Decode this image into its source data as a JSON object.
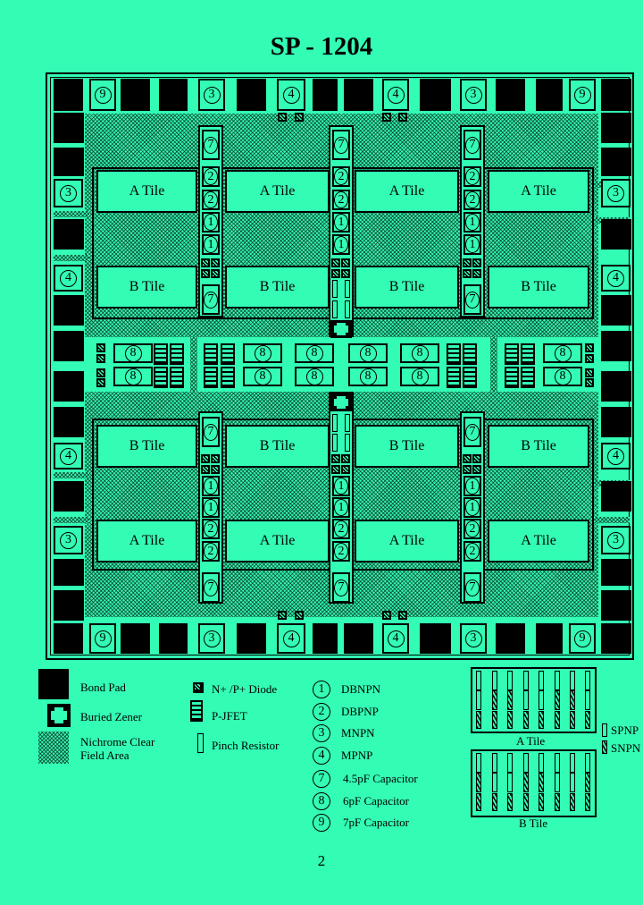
{
  "title": "SP - 1204",
  "page_number": "2",
  "colors": {
    "background": "#33fcb4",
    "ink": "#000000"
  },
  "chip": {
    "tiles": {
      "upper_a": [
        "A Tile",
        "A Tile",
        "A Tile",
        "A Tile"
      ],
      "upper_b": [
        "B Tile",
        "B Tile",
        "B Tile",
        "B Tile"
      ],
      "lower_b": [
        "B Tile",
        "B Tile",
        "B Tile",
        "B Tile"
      ],
      "lower_a": [
        "A Tile",
        "A Tile",
        "A Tile",
        "A Tile"
      ]
    },
    "top_pads": [
      "",
      "9",
      "",
      "",
      "3",
      "",
      "4",
      "",
      "",
      "4",
      "",
      "3",
      "",
      "",
      "9",
      ""
    ],
    "bottom_pads": [
      "",
      "9",
      "",
      "",
      "3",
      "",
      "4",
      "",
      "",
      "4",
      "",
      "3",
      "",
      "",
      "9",
      ""
    ],
    "left_pads": [
      "",
      "",
      "3",
      "",
      "4",
      "",
      "",
      "",
      "",
      "4",
      "",
      "3",
      "",
      ""
    ],
    "right_pads": [
      "",
      "",
      "3",
      "",
      "4",
      "",
      "",
      "",
      "",
      "4",
      "",
      "3",
      "",
      ""
    ],
    "column_devices_upper": [
      "7",
      "2",
      "2",
      "1",
      "1"
    ],
    "column_devices_upper_bottom": "7",
    "column_devices_lower": [
      "1",
      "1",
      "2",
      "2"
    ],
    "column_devices_lower_top": "7",
    "column_devices_lower_bottom": "7",
    "middle_row_capacitor": "8"
  },
  "legend": {
    "symbols": [
      {
        "icon": "bond-pad",
        "label": "Bond Pad"
      },
      {
        "icon": "buried-zener",
        "label": "Buried Zener"
      },
      {
        "icon": "nichrome-area",
        "label": "Nichrome Clear",
        "label2": "Field Area"
      }
    ],
    "components": [
      {
        "icon": "diode",
        "label": "N+ /P+ Diode"
      },
      {
        "icon": "jfet",
        "label": "P-JFET"
      },
      {
        "icon": "pinch-resistor",
        "label": "Pinch Resistor"
      }
    ],
    "numbered": [
      {
        "num": "1",
        "label": "DBNPN"
      },
      {
        "num": "2",
        "label": "DBPNP"
      },
      {
        "num": "3",
        "label": "MNPN"
      },
      {
        "num": "4",
        "label": "MPNP"
      },
      {
        "num": "7",
        "label": "4.5pF Capacitor"
      },
      {
        "num": "8",
        "label": "6pF Capacitor"
      },
      {
        "num": "9",
        "label": "7pF Capacitor"
      }
    ],
    "tile_detail": {
      "a_label": "A Tile",
      "b_label": "B Tile",
      "spnp_label": "SPNP",
      "snpn_label": "SNPN"
    }
  }
}
